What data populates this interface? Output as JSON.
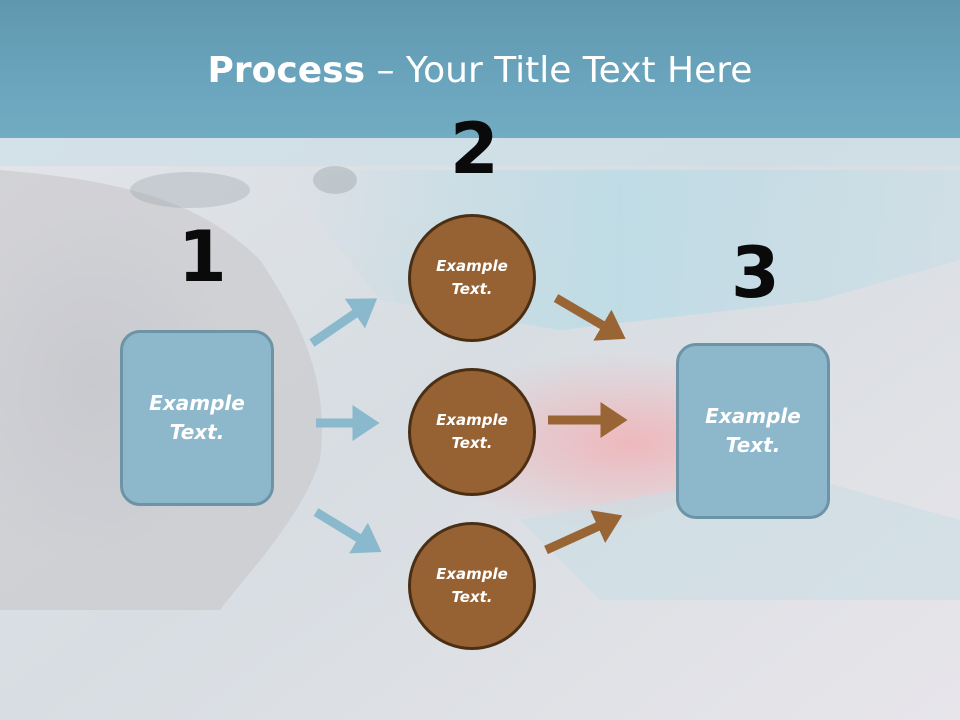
{
  "slide": {
    "title_bold": "Process",
    "title_rest": " – Your Title Text Here"
  },
  "steps": {
    "one": {
      "number": "1",
      "text": "Example\nText."
    },
    "two": {
      "number": "2"
    },
    "three": {
      "number": "3",
      "text": "Example\nText."
    }
  },
  "circles": [
    {
      "text": "Example\nText."
    },
    {
      "text": "Example\nText."
    },
    {
      "text": "Example\nText."
    }
  ],
  "colors": {
    "blue_box": "#8db7ca",
    "brown_circle": "#976233",
    "blue_arrow": "#8ab9cd",
    "brown_arrow": "#9a6535"
  }
}
